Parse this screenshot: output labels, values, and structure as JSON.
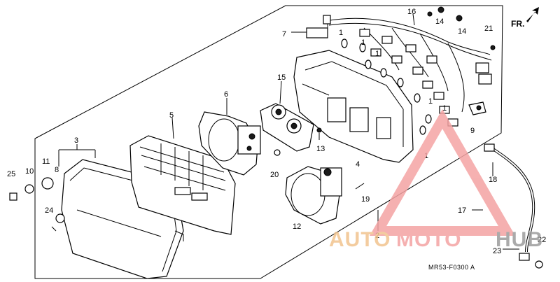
{
  "diagram": {
    "part_labels": [
      "1",
      "2",
      "3",
      "4",
      "5",
      "6",
      "7",
      "8",
      "9",
      "10",
      "11",
      "12",
      "13",
      "14",
      "15",
      "16",
      "17",
      "18",
      "19",
      "20",
      "21",
      "22",
      "23",
      "24",
      "25"
    ],
    "direction_label": "FR.",
    "drawing_code": "MR53-F0300 A"
  },
  "watermark": {
    "text_auto": "AUTO",
    "text_moto": "MOTO",
    "text_hub": "HUB",
    "color_auto": "#f2c48f",
    "color_moto": "#f4a3a3",
    "color_hub": "#9c9c9c"
  }
}
